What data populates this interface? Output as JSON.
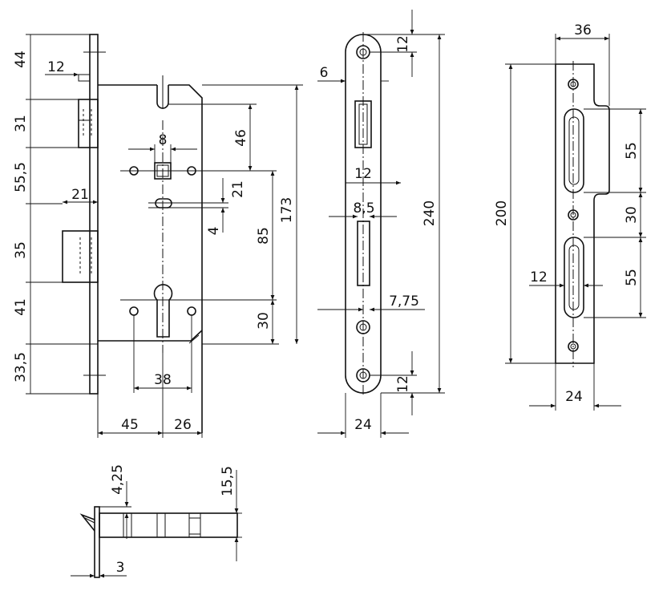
{
  "front_view": {
    "left_dims": [
      "44",
      "31",
      "55,5",
      "35",
      "41",
      "33,5"
    ],
    "faceplate_offset": "12",
    "latch_depth": "21",
    "spindle_square": "8",
    "upper_distance": "46",
    "oval_height": "21",
    "oval_width": "4",
    "spindle_to_cylinder": "85",
    "cylinder_height": "30",
    "body_height": "173",
    "cylinder_screw_spacing": "38",
    "backset": "45",
    "depth_to_frontplate": "26"
  },
  "faceplate_view": {
    "top_hole": "12",
    "edge": "6",
    "latch_offset": "12",
    "bolt_width": "8,5",
    "bolt_offset": "7,75",
    "length": "240",
    "bottom_hole": "12",
    "width": "24"
  },
  "strike_plate": {
    "width": "36",
    "length": "200",
    "upper_slot": "55",
    "slot_spacing": "30",
    "lower_slot": "55",
    "slot_width": "12",
    "base_width": "24"
  },
  "side_view": {
    "plate_offset": "4,25",
    "body_thickness": "15,5",
    "plate_thickness": "3"
  }
}
